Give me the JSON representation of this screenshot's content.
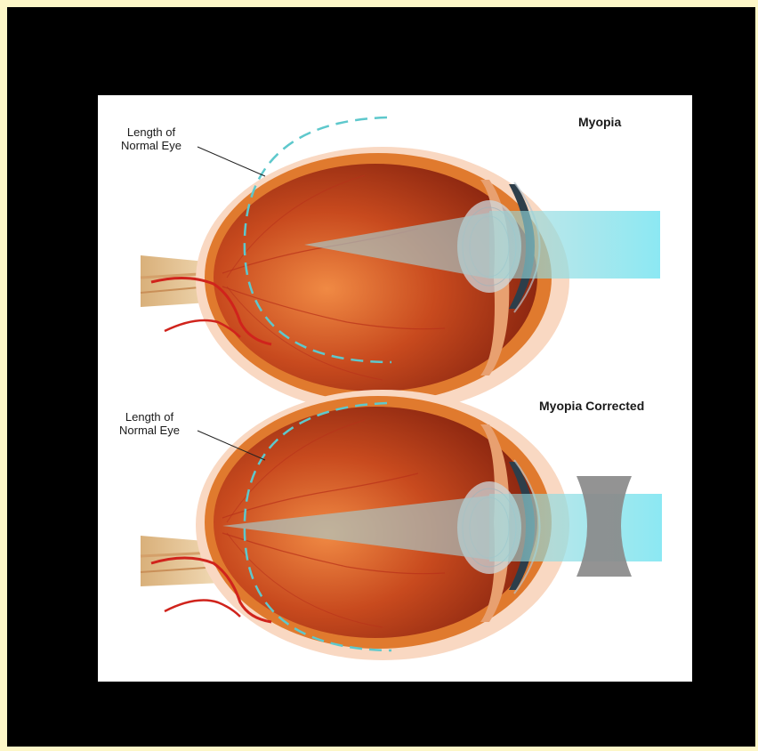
{
  "diagrams": [
    {
      "title": "Myopia",
      "annotation": "Length of\nNormal Eye",
      "corrective_lens": false
    },
    {
      "title": "Myopia Corrected",
      "annotation": "Length of\nNormal Eye",
      "corrective_lens": true
    }
  ],
  "colors": {
    "outer_background": "#fdf7c8",
    "frame": "#000000",
    "panel": "#ffffff",
    "eyeball_outer": "#f7cdb0",
    "sclera_band": "#e0782c",
    "eye_interior_light": "#ea7a3a",
    "eye_interior_dark": "#8e2410",
    "dashed_outline": "#5ec8cc",
    "light_beam": "#7fe0ee",
    "cornea": "#2d3e4a",
    "lens_concave": "#8a8a8a",
    "optic_nerve": "#e8c79a",
    "blood_vessel": "#d0231c"
  },
  "icons": [
    "eye-cross-section-icon",
    "concave-lens-icon"
  ]
}
